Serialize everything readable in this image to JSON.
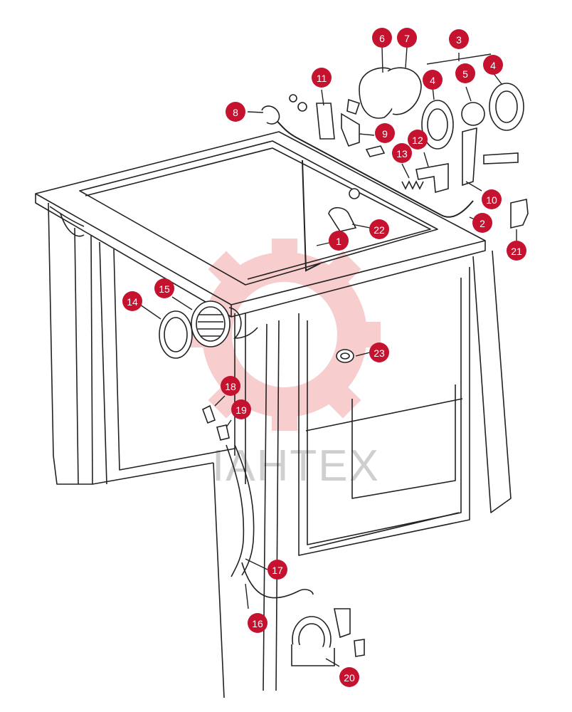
{
  "watermark": {
    "text": "IAHTEX",
    "color": "#f3a5a5"
  },
  "callout_color": "#c4122f",
  "callouts": [
    {
      "label": "1"
    },
    {
      "label": "2"
    },
    {
      "label": "3"
    },
    {
      "label": "4"
    },
    {
      "label": "4"
    },
    {
      "label": "5"
    },
    {
      "label": "6"
    },
    {
      "label": "7"
    },
    {
      "label": "8"
    },
    {
      "label": "9"
    },
    {
      "label": "10"
    },
    {
      "label": "11"
    },
    {
      "label": "12"
    },
    {
      "label": "13"
    },
    {
      "label": "14"
    },
    {
      "label": "15"
    },
    {
      "label": "16"
    },
    {
      "label": "17"
    },
    {
      "label": "18"
    },
    {
      "label": "19"
    },
    {
      "label": "20"
    },
    {
      "label": "21"
    },
    {
      "label": "22"
    },
    {
      "label": "23"
    }
  ]
}
